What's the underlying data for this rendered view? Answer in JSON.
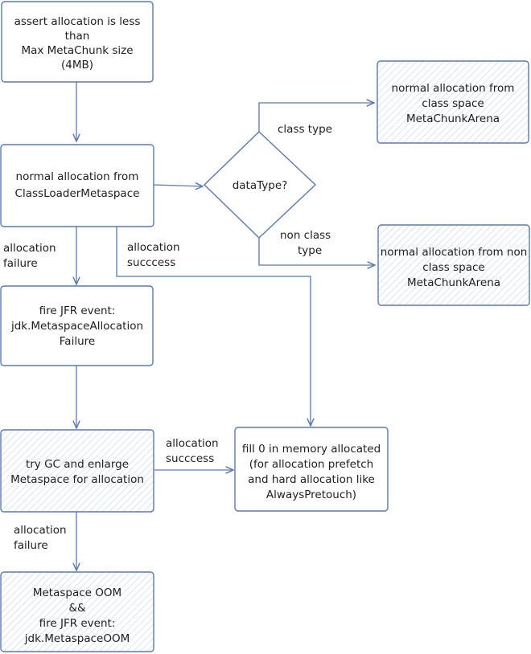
{
  "nodes": {
    "assert_allocation": {
      "lines": [
        "assert allocation is less",
        "than",
        "Max MetaChunk size",
        "(4MB)"
      ]
    },
    "normal_allocation": {
      "lines": [
        "normal allocation from",
        "ClassLoaderMetaspace"
      ]
    },
    "datatype_decision": {
      "lines": [
        "dataType?"
      ]
    },
    "class_space_alloc": {
      "lines": [
        "normal allocation from",
        "class space",
        "MetaChunkArena"
      ]
    },
    "non_class_space_alloc": {
      "lines": [
        "normal allocation from non",
        "class space",
        "MetaChunkArena"
      ]
    },
    "fire_jfr_event": {
      "lines": [
        "fire JFR event:",
        "jdk.MetaspaceAllocation",
        "Failure"
      ]
    },
    "try_gc": {
      "lines": [
        "try GC and enlarge",
        "Metaspace for allocation"
      ]
    },
    "fill_zero": {
      "lines": [
        "fill 0 in memory allocated",
        "(for allocation prefetch",
        "and hard allocation like",
        "AlwaysPretouch)"
      ]
    },
    "metaspace_oom": {
      "lines": [
        "Metaspace OOM",
        "&&",
        "fire JFR event:",
        "jdk.MetaspaceOOM"
      ]
    }
  },
  "edge_labels": {
    "class_type": [
      "class type"
    ],
    "non_class_type": [
      "non class",
      "type"
    ],
    "alloc_failure_1": [
      "allocation",
      "failure"
    ],
    "alloc_success_1": [
      "allocation",
      "succcess"
    ],
    "alloc_success_2": [
      "allocation",
      "succcess"
    ],
    "alloc_failure_2": [
      "allocation",
      "failure"
    ]
  },
  "colors": {
    "stroke": "#5b79b3",
    "hatch": "#c9d6ec",
    "text": "#1e1e1e"
  }
}
